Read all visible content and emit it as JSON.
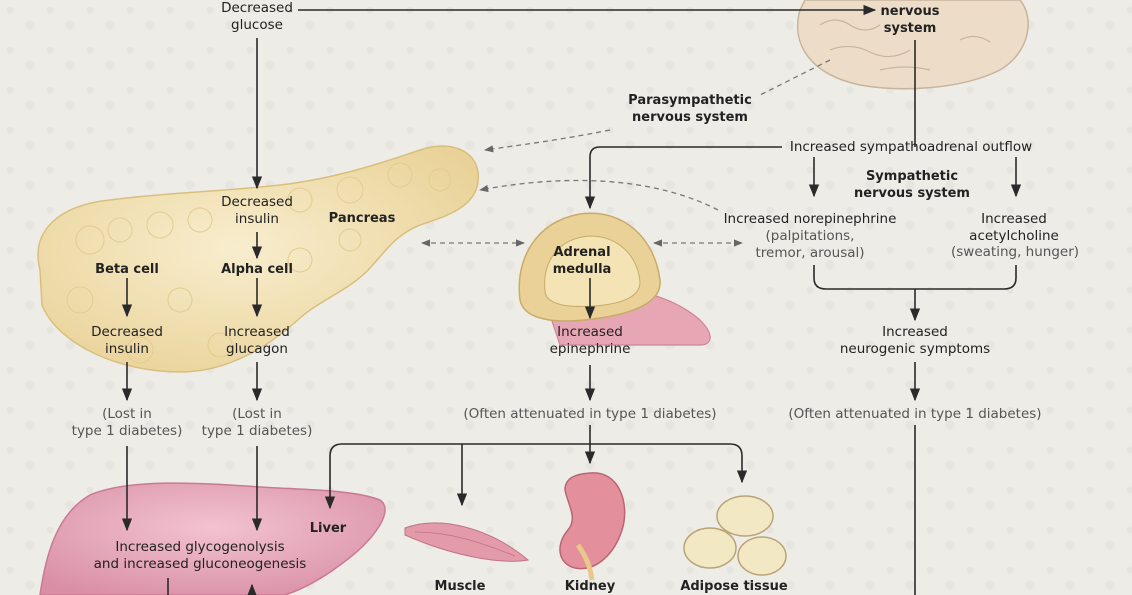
{
  "labels": {
    "decreased_glucose": [
      "Decreased",
      "glucose"
    ],
    "cns": [
      "nervous",
      "system"
    ],
    "parasympathetic": [
      "Parasympathetic",
      "nervous system"
    ],
    "sympathoadrenal": "Increased sympathoadrenal outflow",
    "sympathetic": [
      "Sympathetic",
      "nervous system"
    ],
    "decreased_insulin_top": [
      "Decreased",
      "insulin"
    ],
    "pancreas": "Pancreas",
    "beta_cell": "Beta cell",
    "alpha_cell": "Alpha cell",
    "adrenal_medulla": [
      "Adrenal",
      "medulla"
    ],
    "norepinephrine": "Increased norepinephrine",
    "norepinephrine_effects": [
      "(palpitations,",
      "tremor, arousal)"
    ],
    "acetylcholine": [
      "Increased",
      "acetylcholine"
    ],
    "acetylcholine_effects": "(sweating, hunger)",
    "decreased_insulin": [
      "Decreased",
      "insulin"
    ],
    "increased_glucagon": [
      "Increased",
      "glucagon"
    ],
    "increased_epinephrine": [
      "Increased",
      "epinephrine"
    ],
    "neurogenic": [
      "Increased",
      "neurogenic symptoms"
    ],
    "lost_beta": [
      "(Lost in",
      "type 1 diabetes)"
    ],
    "lost_alpha": [
      "(Lost in",
      "type 1 diabetes)"
    ],
    "attenuated_epi": "(Often attenuated in type 1 diabetes)",
    "attenuated_neuro": "(Often attenuated in type 1 diabetes)",
    "liver": "Liver",
    "glyco": [
      "Increased glycogenolysis",
      "and increased gluconeogenesis"
    ],
    "muscle": "Muscle",
    "kidney": "Kidney",
    "adipose": "Adipose tissue"
  },
  "colors": {
    "pancreas": "#f4e3b5",
    "liver": "#eaa9bd",
    "kidney": "#e48f9c",
    "adipose": "#f3e8c4",
    "brain": "#ecdcc8",
    "arrow": "#2a2a2a",
    "dashed": "#777777"
  }
}
